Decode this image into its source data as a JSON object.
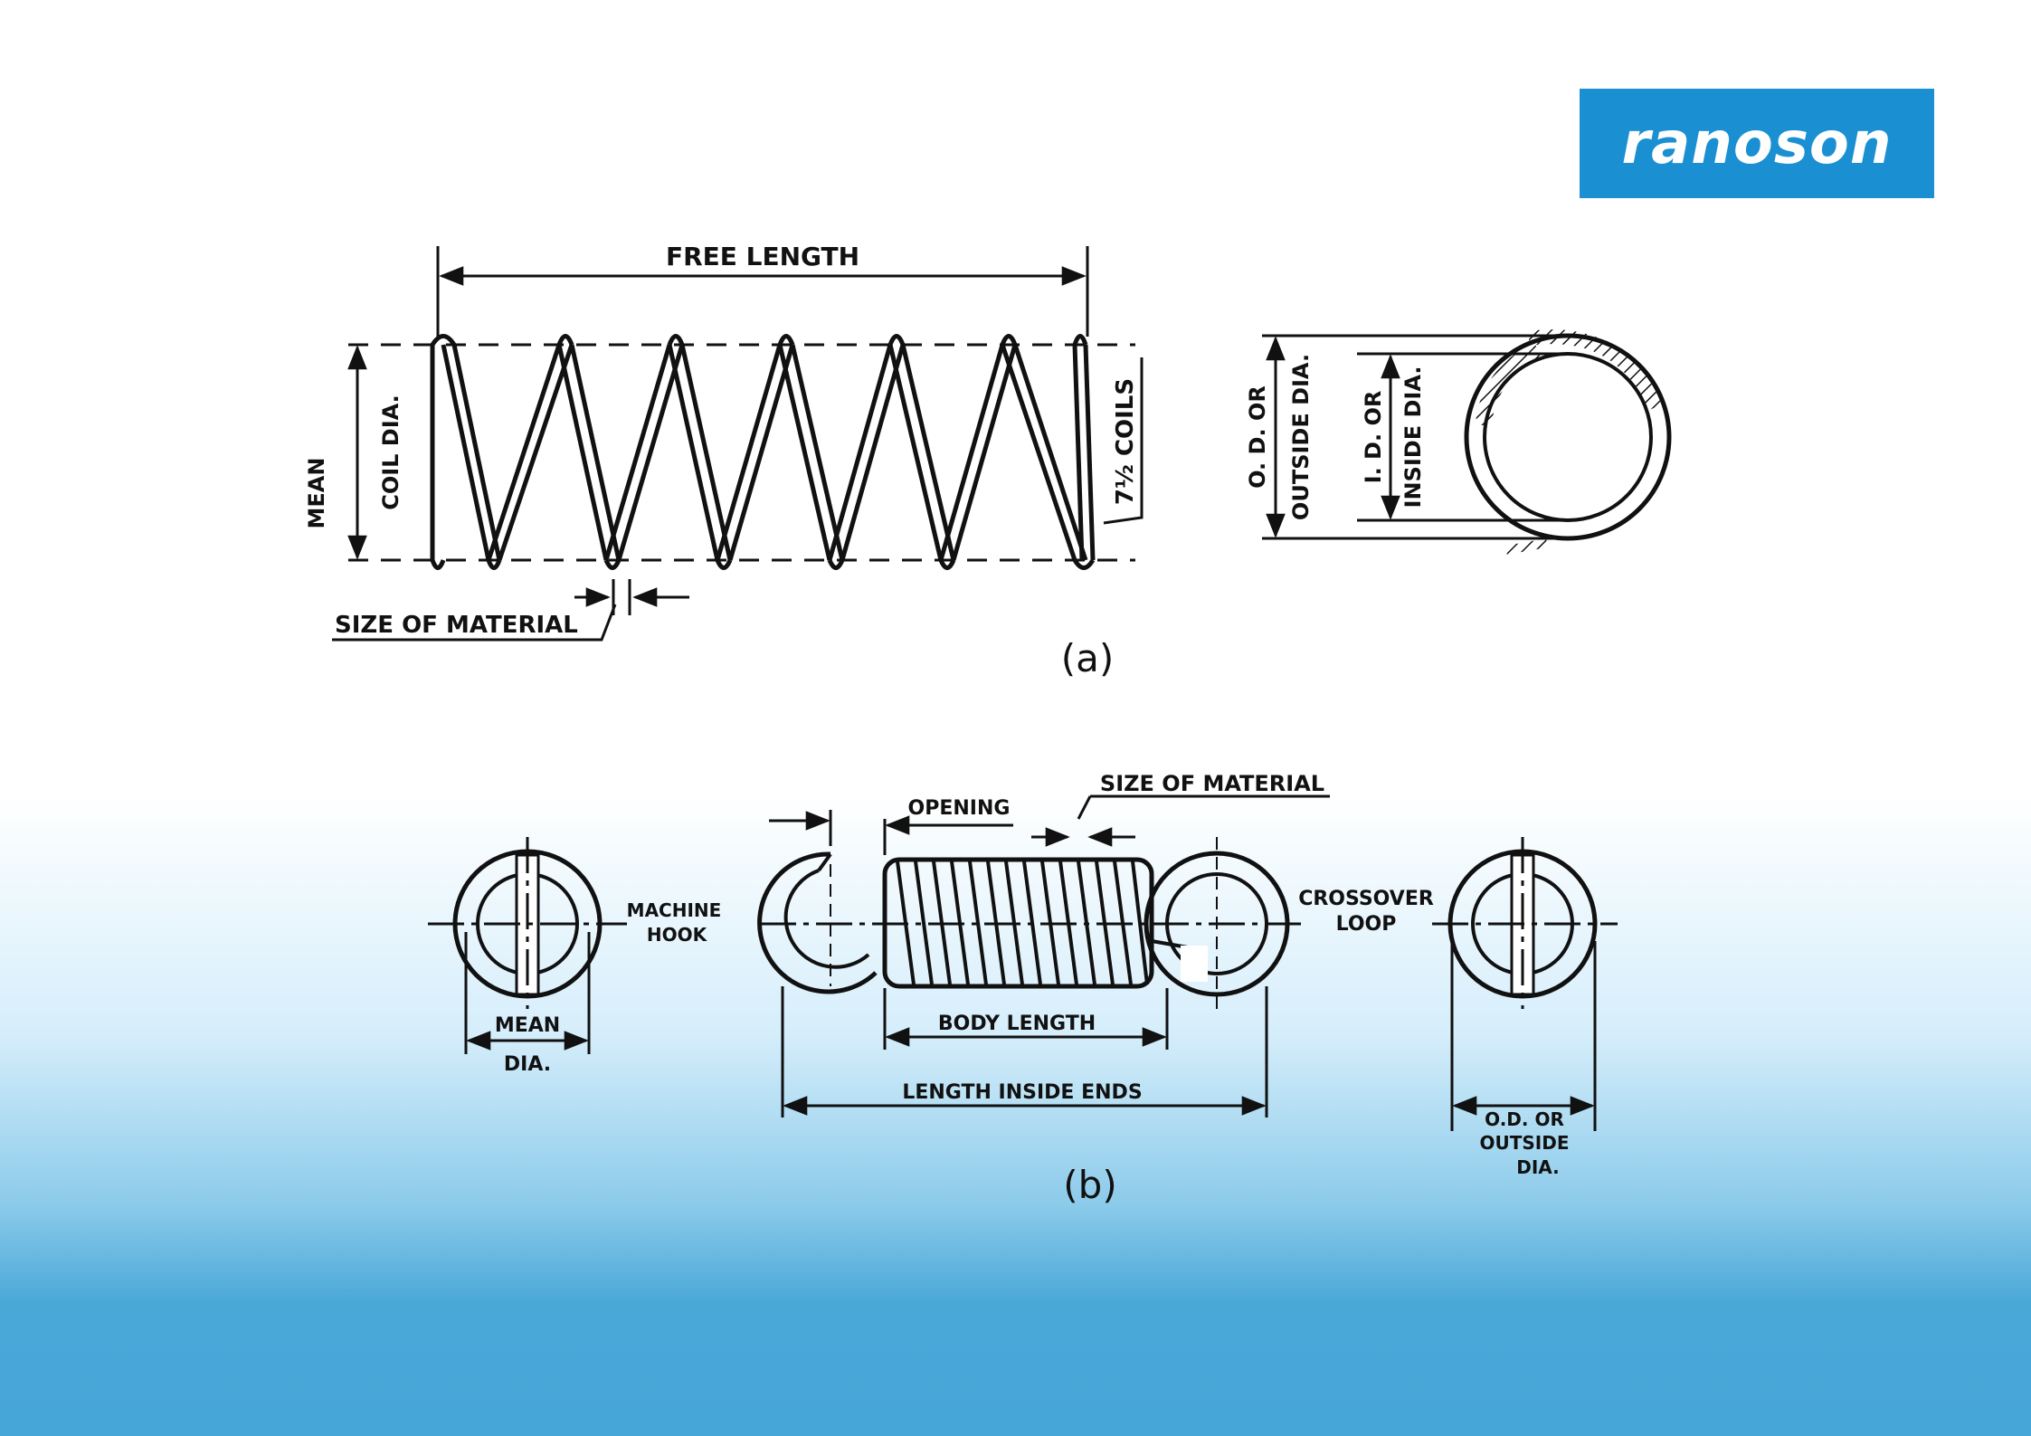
{
  "brand": {
    "logo_text": "ranoson",
    "logo_color": "#1a8fd2"
  },
  "figure_a": {
    "caption": "(a)",
    "labels": {
      "free_length": "FREE LENGTH",
      "mean": "MEAN",
      "coil_dia": "COIL DIA.",
      "coils": "7½ COILS",
      "size_of_material": "SIZE OF MATERIAL",
      "od_or": "O. D. OR",
      "outside_dia": "OUTSIDE DIA.",
      "id_or": "I. D. OR",
      "inside_dia": "INSIDE DIA."
    }
  },
  "figure_b": {
    "caption": "(b)",
    "labels": {
      "opening": "OPENING",
      "size_of_material": "SIZE OF MATERIAL",
      "machine": "MACHINE",
      "hook": "HOOK",
      "crossover": "CROSSOVER",
      "loop": "LOOP",
      "mean": "MEAN",
      "dia": "DIA.",
      "body_length": "BODY LENGTH",
      "length_inside_ends": "LENGTH INSIDE ENDS",
      "od_or": "O.D. OR",
      "outside": "OUTSIDE",
      "dia2": "DIA."
    }
  }
}
